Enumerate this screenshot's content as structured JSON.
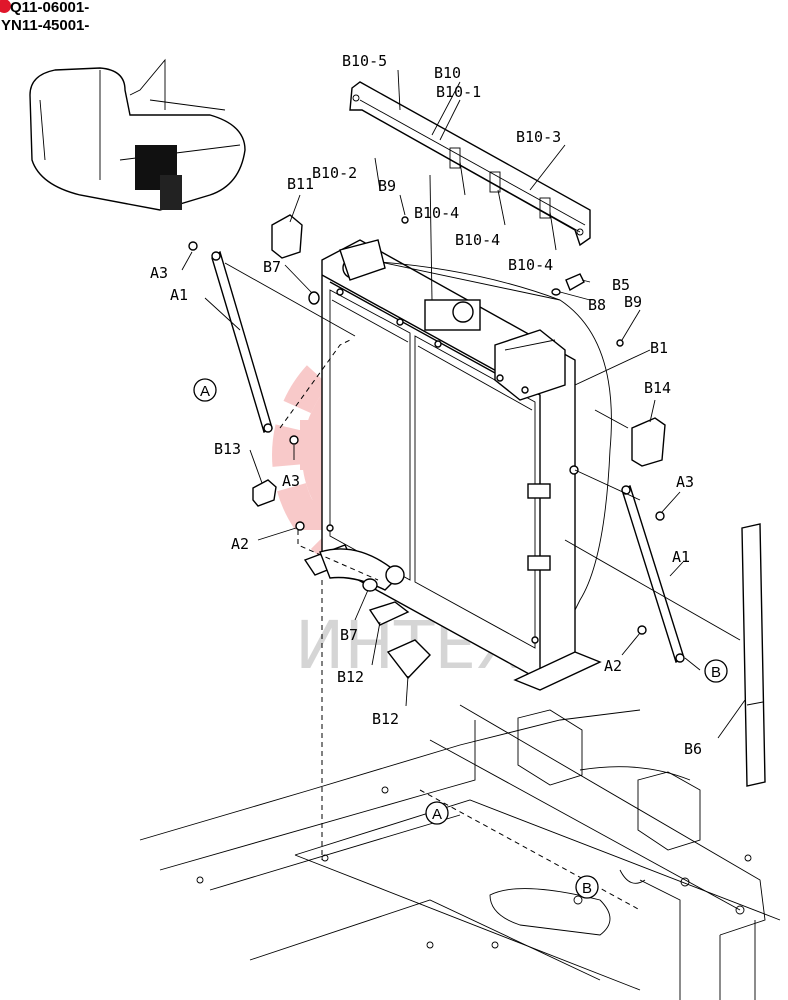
{
  "header": {
    "serial_lines": [
      "Q11-06001-",
      "YN11-45001-"
    ],
    "marker_color": "#e0162b"
  },
  "watermark": {
    "text": "ИНТЕХ",
    "gear_color": "#f08080"
  },
  "labels": {
    "b10_5": "B10-5",
    "b10": "B10",
    "b10_1": "B10-1",
    "b10_3": "B10-3",
    "b10_2": "B10-2",
    "b11": "B11",
    "b9_top": "B9",
    "b10_4_a": "B10-4",
    "b10_4_b": "B10-4",
    "b10_4_c": "B10-4",
    "a3_top": "A3",
    "b7_top": "B7",
    "b5": "B5",
    "b8": "B8",
    "b9_right": "B9",
    "a1_left": "A1",
    "b1": "B1",
    "b14": "B14",
    "b13": "B13",
    "a3_mid": "A3",
    "a3_right": "A3",
    "a2_left": "A2",
    "a1_right": "A1",
    "b7_bottom": "B7",
    "b12_a": "B12",
    "b12_b": "B12",
    "a2_right": "A2",
    "b6": "B6"
  },
  "callouts": {
    "a_left": "A",
    "a_bottom": "A",
    "b_right": "B",
    "b_bottom": "B"
  }
}
